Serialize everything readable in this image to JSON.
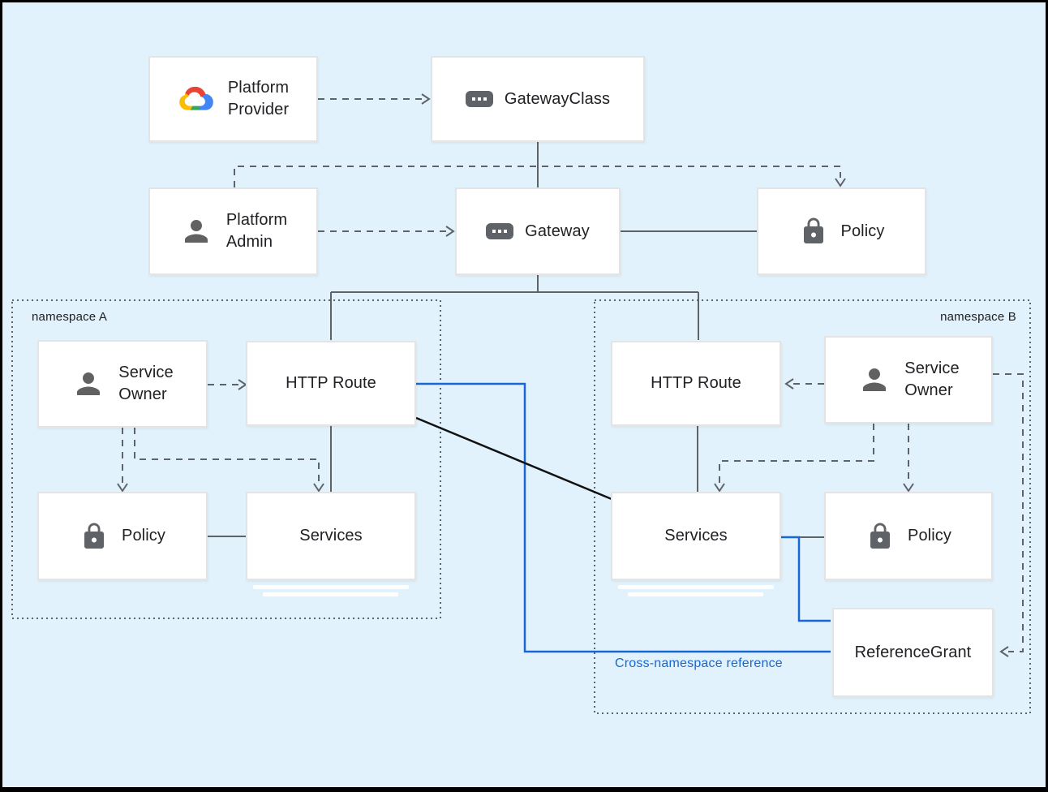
{
  "colors": {
    "background": "#E1F2FC",
    "box_fill": "#FFFFFF",
    "box_border": "#E4E4E4",
    "line_gray": "#5F6368",
    "icon_gray": "#616161",
    "blue": "#1967D2",
    "black": "#111111",
    "text": "#202124",
    "google_red": "#EA4335",
    "google_blue": "#4285F4",
    "google_yellow": "#FBBC04",
    "google_green": "#34A853"
  },
  "namespaces": {
    "a": {
      "label": "namespace A"
    },
    "b": {
      "label": "namespace B"
    }
  },
  "nodes": {
    "platform_provider": {
      "label": "Platform\nProvider",
      "icon": "google-cloud-logo"
    },
    "gateway_class": {
      "label": "GatewayClass",
      "icon": "resource-chip-icon"
    },
    "platform_admin": {
      "label": "Platform\nAdmin",
      "icon": "person-icon"
    },
    "gateway": {
      "label": "Gateway",
      "icon": "resource-chip-icon"
    },
    "policy_top": {
      "label": "Policy",
      "icon": "lock-icon"
    },
    "service_owner_a": {
      "label": "Service\nOwner",
      "icon": "person-icon"
    },
    "http_route_a": {
      "label": "HTTP Route"
    },
    "policy_a": {
      "label": "Policy",
      "icon": "lock-icon"
    },
    "services_a": {
      "label": "Services"
    },
    "http_route_b": {
      "label": "HTTP Route"
    },
    "service_owner_b": {
      "label": "Service\nOwner",
      "icon": "person-icon"
    },
    "services_b": {
      "label": "Services"
    },
    "policy_b": {
      "label": "Policy",
      "icon": "lock-icon"
    },
    "reference_grant": {
      "label": "ReferenceGrant"
    }
  },
  "annotations": {
    "cross_namespace_reference": "Cross-namespace reference"
  }
}
